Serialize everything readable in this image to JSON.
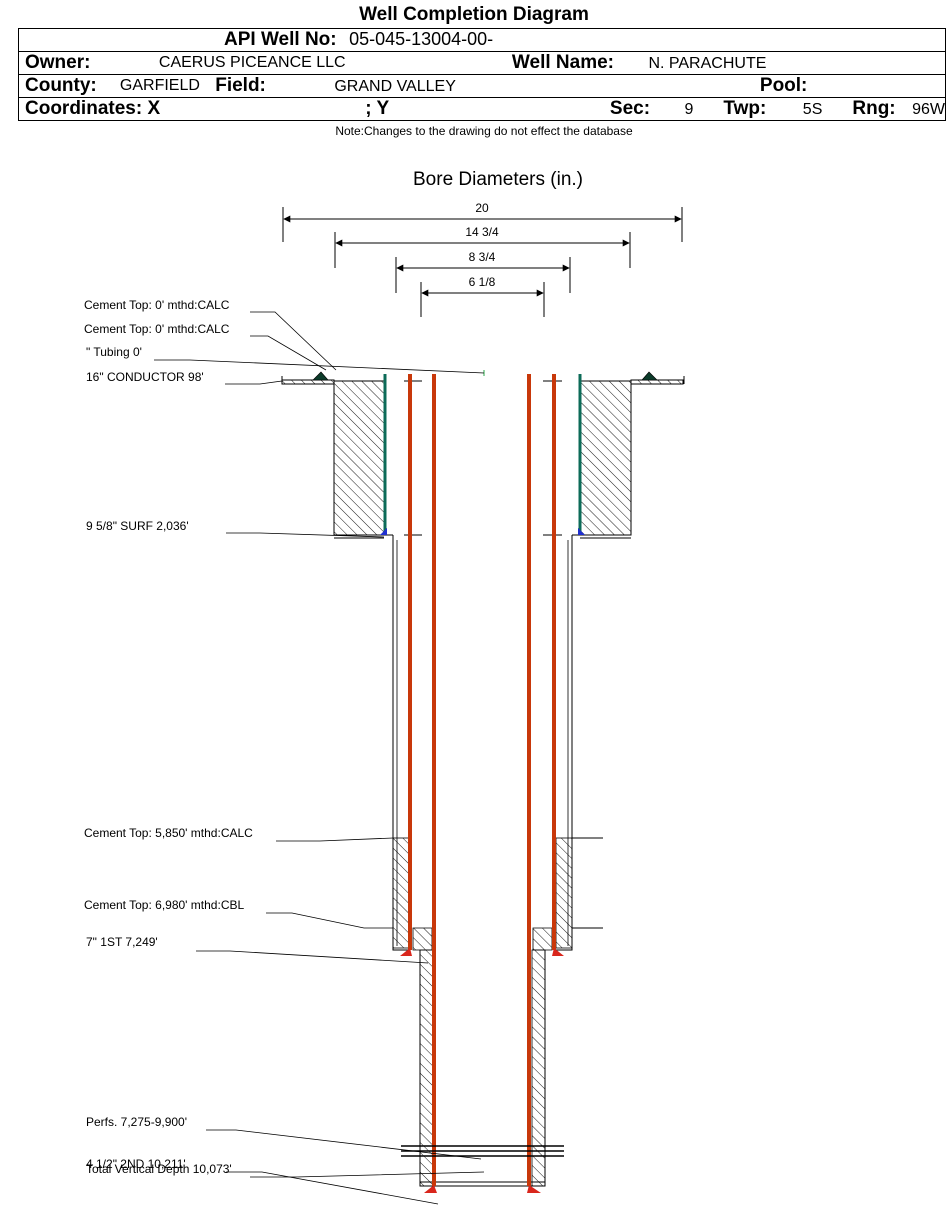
{
  "header": {
    "title": "Well Completion Diagram",
    "api_label": "API Well No:",
    "api_value": "05-045-13004-00-",
    "owner_label": "Owner:",
    "owner_value": "CAERUS PICEANCE LLC",
    "well_name_label": "Well Name:",
    "well_name_value": "N. PARACHUTE",
    "county_label": "County:",
    "county_value": "GARFIELD",
    "field_label": "Field:",
    "field_value": "GRAND VALLEY",
    "pool_label": "Pool:",
    "pool_value": "",
    "coord_label": "Coordinates: X",
    "coord_y_label": "; Y",
    "sec_label": "Sec:",
    "sec_value": "9",
    "twp_label": "Twp:",
    "twp_value": "5S",
    "rng_label": "Rng:",
    "rng_value": "96W"
  },
  "note": "Note:Changes to the drawing do not effect the database",
  "diagram": {
    "bore_title": "Bore Diameters (in.)",
    "bore_20": "20",
    "bore_14": "14 3/4",
    "bore_8": "8 3/4",
    "bore_6": "6 1/8",
    "labels": {
      "cement_top_1": "Cement Top: 0' mthd:CALC",
      "cement_top_2": "Cement Top: 0' mthd:CALC",
      "tubing": "\" Tubing 0'",
      "conductor": "16\" CONDUCTOR  98'",
      "surf": "9 5/8\" SURF       2,036'",
      "cement_top_3": "Cement Top: 5,850' mthd:CALC",
      "cement_top_4": "Cement Top: 6,980' mthd:CBL",
      "first_string": "7\" 1ST       7,249'",
      "perfs": "Perfs. 7,275-9,900'",
      "second_string": "4 1/2\" 2ND       10,211'",
      "tvd": "Total Vertical Depth 10,073'"
    }
  },
  "colors": {
    "casing_red": "#c8380a",
    "casing_green": "#0c6b58",
    "shoe_blue": "#1f2fd0"
  }
}
